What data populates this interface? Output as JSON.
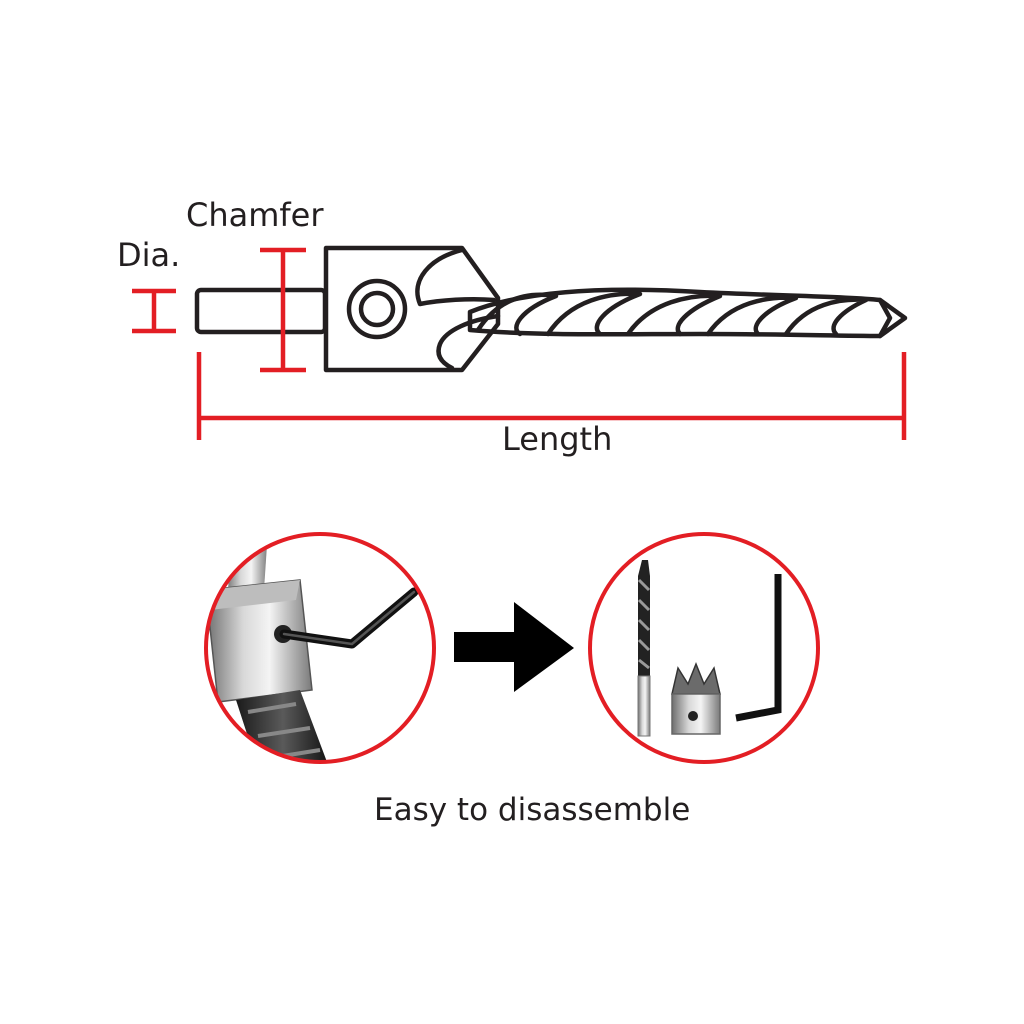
{
  "diagram": {
    "labels": {
      "chamfer": "Chamfer",
      "diameter": "Dia.",
      "length": "Length"
    },
    "caption": "Easy to disassemble"
  },
  "colors": {
    "dimension_red": "#e31e24",
    "outline_black": "#231f20",
    "steel_grey": "#9a9a9a"
  },
  "icons": {
    "arrow": "arrow-right-icon",
    "before": "assembled-countersink-photo",
    "after": "disassembled-parts-photo"
  }
}
